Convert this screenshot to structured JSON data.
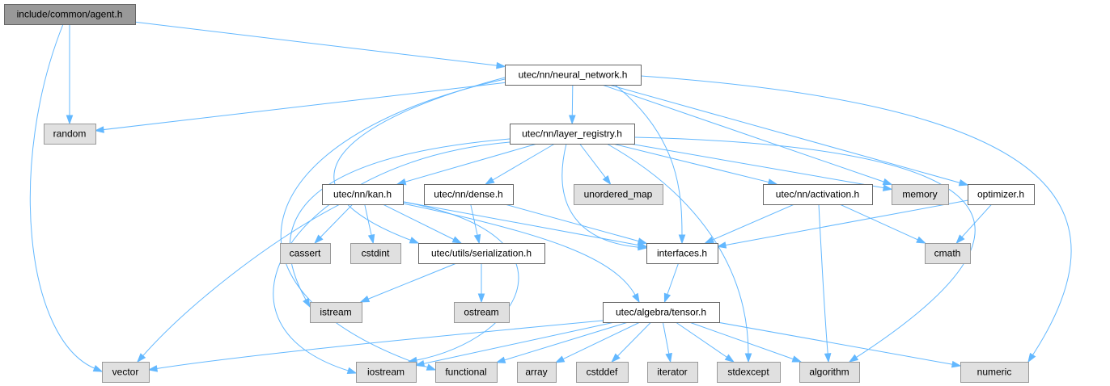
{
  "colors": {
    "edge": "#63b8ff",
    "root_fill": "#999999",
    "root_stroke": "#666666",
    "internal_fill": "#ffffff",
    "internal_stroke": "#666666",
    "external_fill": "#e0e0e0",
    "external_stroke": "#999999"
  },
  "nodes": [
    {
      "id": "agent",
      "label": "include/common/agent.h",
      "kind": "root"
    },
    {
      "id": "neural_network",
      "label": "utec/nn/neural_network.h",
      "kind": "internal"
    },
    {
      "id": "random",
      "label": "random",
      "kind": "external"
    },
    {
      "id": "layer_registry",
      "label": "utec/nn/layer_registry.h",
      "kind": "internal"
    },
    {
      "id": "kan",
      "label": "utec/nn/kan.h",
      "kind": "internal"
    },
    {
      "id": "dense",
      "label": "utec/nn/dense.h",
      "kind": "internal"
    },
    {
      "id": "unordered_map",
      "label": "unordered_map",
      "kind": "external"
    },
    {
      "id": "activation",
      "label": "utec/nn/activation.h",
      "kind": "internal"
    },
    {
      "id": "memory",
      "label": "memory",
      "kind": "external"
    },
    {
      "id": "optimizer",
      "label": "optimizer.h",
      "kind": "internal"
    },
    {
      "id": "cassert",
      "label": "cassert",
      "kind": "external"
    },
    {
      "id": "cstdint",
      "label": "cstdint",
      "kind": "external"
    },
    {
      "id": "serialization",
      "label": "utec/utils/serialization.h",
      "kind": "internal"
    },
    {
      "id": "interfaces",
      "label": "interfaces.h",
      "kind": "internal"
    },
    {
      "id": "cmath",
      "label": "cmath",
      "kind": "external"
    },
    {
      "id": "istream",
      "label": "istream",
      "kind": "external"
    },
    {
      "id": "ostream",
      "label": "ostream",
      "kind": "external"
    },
    {
      "id": "tensor",
      "label": "utec/algebra/tensor.h",
      "kind": "internal"
    },
    {
      "id": "vector",
      "label": "vector",
      "kind": "external"
    },
    {
      "id": "iostream",
      "label": "iostream",
      "kind": "external"
    },
    {
      "id": "functional",
      "label": "functional",
      "kind": "external"
    },
    {
      "id": "array",
      "label": "array",
      "kind": "external"
    },
    {
      "id": "cstddef",
      "label": "cstddef",
      "kind": "external"
    },
    {
      "id": "iterator",
      "label": "iterator",
      "kind": "external"
    },
    {
      "id": "stdexcept",
      "label": "stdexcept",
      "kind": "external"
    },
    {
      "id": "algorithm",
      "label": "algorithm",
      "kind": "external"
    },
    {
      "id": "numeric",
      "label": "numeric",
      "kind": "external"
    }
  ],
  "edges": [
    {
      "from": "agent",
      "to": "neural_network"
    },
    {
      "from": "agent",
      "to": "random"
    },
    {
      "from": "agent",
      "to": "vector"
    },
    {
      "from": "neural_network",
      "to": "random"
    },
    {
      "from": "neural_network",
      "to": "layer_registry"
    },
    {
      "from": "neural_network",
      "to": "memory"
    },
    {
      "from": "neural_network",
      "to": "optimizer"
    },
    {
      "from": "neural_network",
      "to": "interfaces"
    },
    {
      "from": "neural_network",
      "to": "serialization"
    },
    {
      "from": "neural_network",
      "to": "functional"
    },
    {
      "from": "neural_network",
      "to": "numeric"
    },
    {
      "from": "layer_registry",
      "to": "kan"
    },
    {
      "from": "layer_registry",
      "to": "dense"
    },
    {
      "from": "layer_registry",
      "to": "unordered_map"
    },
    {
      "from": "layer_registry",
      "to": "activation"
    },
    {
      "from": "layer_registry",
      "to": "memory"
    },
    {
      "from": "layer_registry",
      "to": "interfaces"
    },
    {
      "from": "layer_registry",
      "to": "istream"
    },
    {
      "from": "layer_registry",
      "to": "iostream"
    },
    {
      "from": "layer_registry",
      "to": "stdexcept"
    },
    {
      "from": "layer_registry",
      "to": "algorithm"
    },
    {
      "from": "kan",
      "to": "cassert"
    },
    {
      "from": "kan",
      "to": "cstdint"
    },
    {
      "from": "kan",
      "to": "serialization"
    },
    {
      "from": "kan",
      "to": "interfaces"
    },
    {
      "from": "kan",
      "to": "tensor"
    },
    {
      "from": "kan",
      "to": "vector"
    },
    {
      "from": "kan",
      "to": "iostream"
    },
    {
      "from": "dense",
      "to": "serialization"
    },
    {
      "from": "dense",
      "to": "interfaces"
    },
    {
      "from": "activation",
      "to": "interfaces"
    },
    {
      "from": "activation",
      "to": "cmath"
    },
    {
      "from": "activation",
      "to": "algorithm"
    },
    {
      "from": "optimizer",
      "to": "interfaces"
    },
    {
      "from": "optimizer",
      "to": "cmath"
    },
    {
      "from": "serialization",
      "to": "istream"
    },
    {
      "from": "serialization",
      "to": "ostream"
    },
    {
      "from": "interfaces",
      "to": "tensor"
    },
    {
      "from": "tensor",
      "to": "vector"
    },
    {
      "from": "tensor",
      "to": "iostream"
    },
    {
      "from": "tensor",
      "to": "functional"
    },
    {
      "from": "tensor",
      "to": "array"
    },
    {
      "from": "tensor",
      "to": "cstddef"
    },
    {
      "from": "tensor",
      "to": "iterator"
    },
    {
      "from": "tensor",
      "to": "stdexcept"
    },
    {
      "from": "tensor",
      "to": "algorithm"
    },
    {
      "from": "tensor",
      "to": "numeric"
    }
  ]
}
